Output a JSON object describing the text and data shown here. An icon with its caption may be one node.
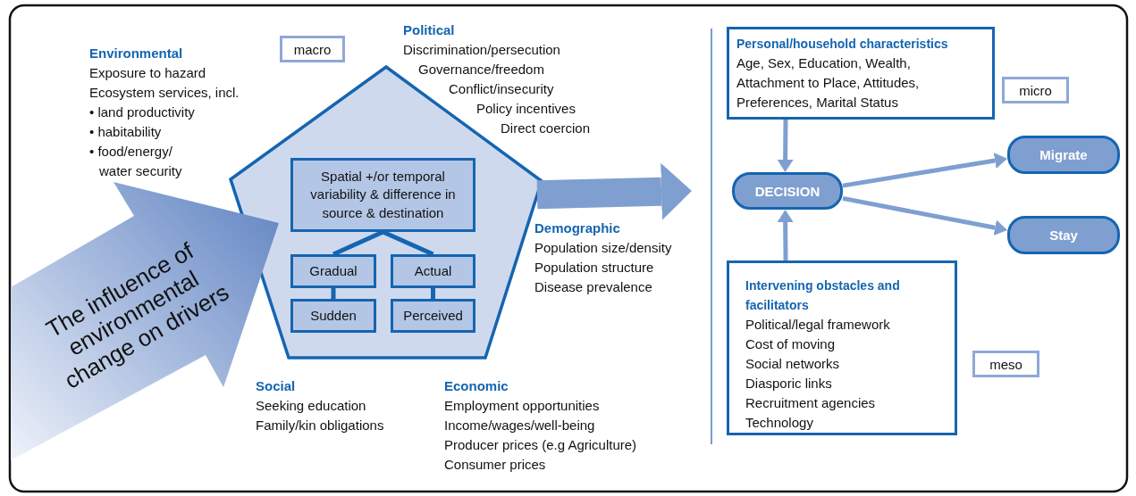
{
  "diagram": {
    "nodes": [
      {
        "text": [
          "macro"
        ]
      },
      {
        "text": [],
        "shape": "pentagon"
      },
      {
        "text": [
          "Spatial +/or temporal variability & difference in source & destination"
        ],
        "in": 1
      },
      {
        "text": [
          "Gradual"
        ],
        "in": 1
      },
      {
        "text": [
          "Actual"
        ],
        "in": 1
      },
      {
        "text": [
          "Sudden"
        ],
        "in": 1
      },
      {
        "text": [
          "Perceived"
        ],
        "in": 1
      },
      {
        "text": [
          "The influence of environmental change on drivers"
        ]
      },
      {
        "text": [
          "Personal/household characteristics",
          "Age, Sex, Education, Wealth, Attachment to Place, Attitudes, Preferences, Marital Status"
        ]
      },
      {
        "text": [
          "micro"
        ]
      },
      {
        "text": [
          "DECISION"
        ]
      },
      {
        "text": [
          "Migrate"
        ]
      },
      {
        "text": [
          "Stay"
        ]
      },
      {
        "text": [
          "Intervening obstacles and facilitators",
          "Political/legal framework",
          "Cost of moving",
          "Social networks",
          "Diasporic links",
          "Recruitment agencies",
          "Technology"
        ]
      },
      {
        "text": [
          "meso"
        ]
      }
    ],
    "edges": [
      {
        "from": 2,
        "to": 3,
        "arrow": "none",
        "color": "#1565b0"
      },
      {
        "from": 2,
        "to": 4,
        "arrow": "none",
        "color": "#1565b0"
      },
      {
        "from": 3,
        "to": 5,
        "arrow": "none",
        "color": "#1565b0"
      },
      {
        "from": 4,
        "to": 6,
        "arrow": "none",
        "color": "#1565b0"
      },
      {
        "from": 1,
        "to": 10,
        "arrow": "to",
        "style": "thick"
      },
      {
        "from": 8,
        "to": 10,
        "arrow": "to"
      },
      {
        "from": 13,
        "to": 10,
        "arrow": "to"
      },
      {
        "from": 10,
        "to": 11,
        "arrow": "to"
      },
      {
        "from": 10,
        "to": 12,
        "arrow": "to"
      }
    ],
    "labels": [
      "Environmental",
      "Exposure to hazard",
      "Ecosystem services, incl.",
      "• land productivity",
      "• habitability",
      "• food/energy/ water security",
      "Political",
      "Discrimination/persecution",
      "Governance/freedom",
      "Conflict/insecurity",
      "Policy incentives",
      "Direct coercion",
      "Demographic",
      "Population size/density",
      "Population structure",
      "Disease prevalence",
      "Social",
      "Seeking education",
      "Family/kin obligations",
      "Economic",
      "Employment opportunities",
      "Income/wages/well-being",
      "Producer prices (e.g Agriculture)",
      "Consumer prices"
    ]
  }
}
